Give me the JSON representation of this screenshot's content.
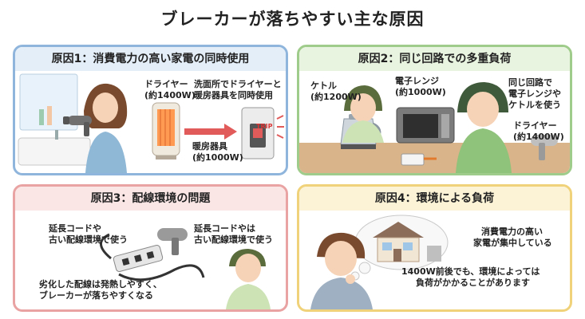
{
  "title": "ブレーカーが落ちやすい主な原因",
  "panels": [
    {
      "heading": "原因1：消費電力の高い家電の同時使用",
      "labels": {
        "dryer": "ドライヤー",
        "dryer_watt": "(約1400W)",
        "note_line1": "洗面所でドライヤーと",
        "note_line2": "暖房器具を同時使用",
        "heater": "暖房器具",
        "heater_watt": "(約1000W)",
        "breaker_tag": "TRIP"
      }
    },
    {
      "heading": "原因2：同じ回路での多重負荷",
      "labels": {
        "kettle": "ケトル",
        "kettle_watt": "(約1200W)",
        "microwave": "電子レンジ",
        "microwave_watt": "(約1000W)",
        "note_line1": "同じ回路で",
        "note_line2": "電子レンジや",
        "note_line3": "ケトルを使う",
        "dryer": "ドライヤー",
        "dryer_watt": "(約1400W)"
      }
    },
    {
      "heading": "原因3：配線環境の問題",
      "labels": {
        "left_line1": "延長コードや",
        "left_line2": "古い配線環境で使う",
        "right_line1": "延長コードやは",
        "right_line2": "古い配線環境で使う",
        "bottom_line1": "劣化した配線は発熱しやすく、",
        "bottom_line2": "ブレーカーが落ちやすくなる"
      }
    },
    {
      "heading": "原因4：環境による負荷",
      "labels": {
        "bubble_line1": "消費電力の高い",
        "bubble_line2": "家電が集中している",
        "bottom_line1": "1400W前後でも、環境によっては",
        "bottom_line2": "負荷がかかることがあります"
      }
    }
  ]
}
